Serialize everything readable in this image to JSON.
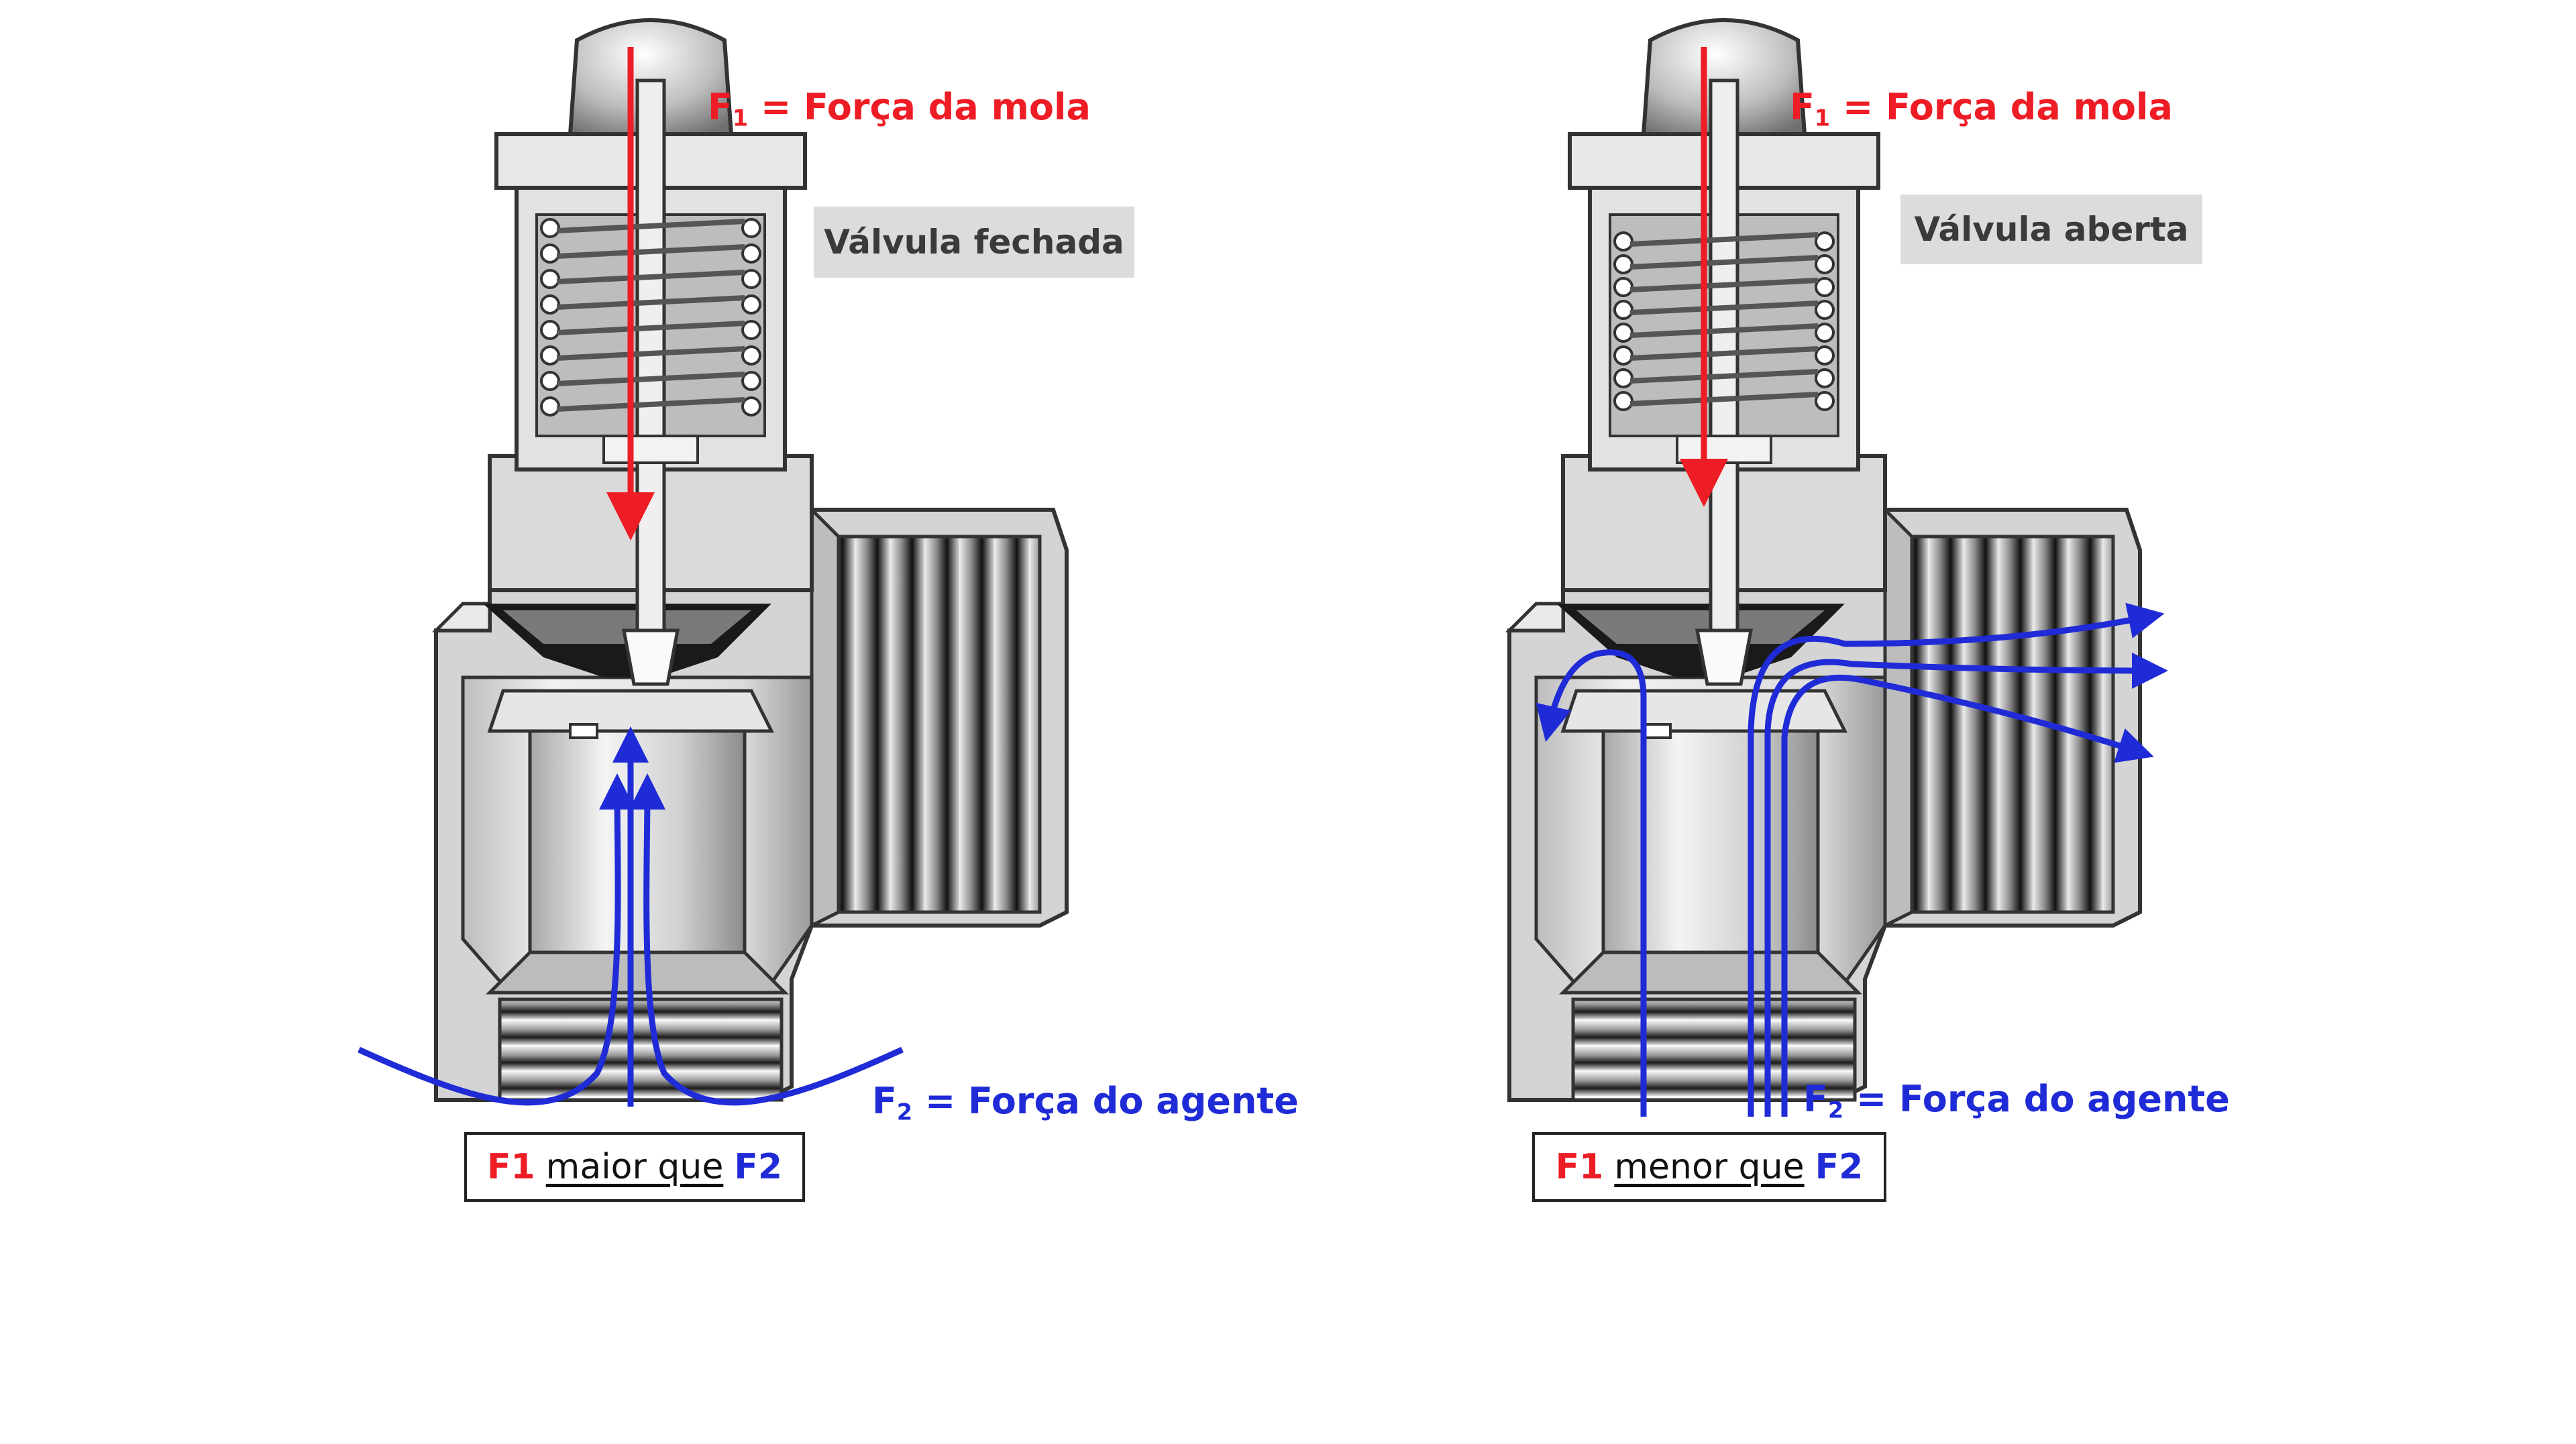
{
  "left": {
    "f1_sym": "F",
    "f1_sub": "1",
    "f1_text": " = Força da mola",
    "state": "Válvula fechada",
    "f2_sym": "F",
    "f2_sub": "2",
    "f2_text": " = Força do agente",
    "compare_a": "F1",
    "compare_mid": "maior que",
    "compare_b": "F2"
  },
  "right": {
    "f1_sym": "F",
    "f1_sub": "1",
    "f1_text": " = Força da mola",
    "state": "Válvula aberta",
    "f2_sym": "F",
    "f2_sub": "2",
    "f2_text": " = Força do agente",
    "compare_a": "F1",
    "compare_mid": "menor que",
    "compare_b": "F2"
  },
  "colors": {
    "spring_force": "#ee1c25",
    "agent_force": "#1f2bd6",
    "body_metal": "#d9d9d9",
    "outline": "#333333",
    "label_bg": "#dcdcdc"
  }
}
